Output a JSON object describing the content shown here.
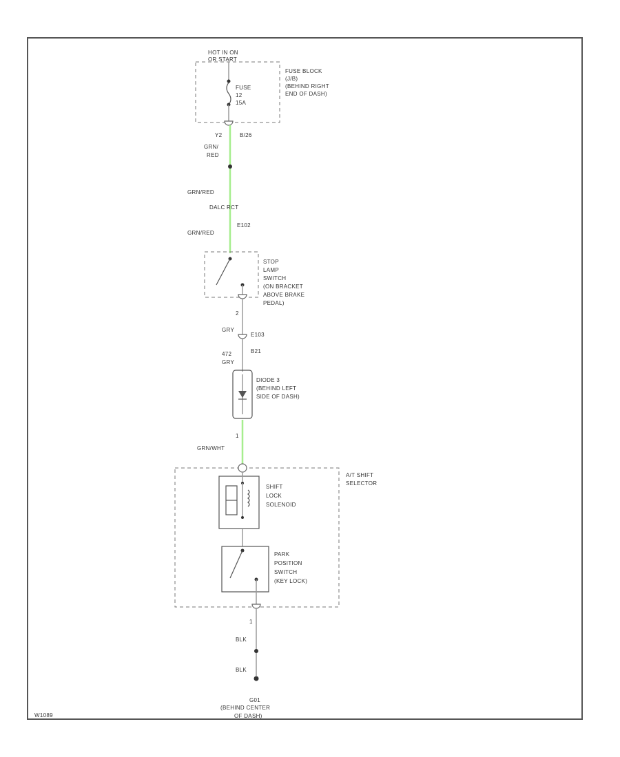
{
  "power": {
    "source_line1": "HOT IN ON",
    "source_line2": "OR START",
    "fuse_label": "FUSE",
    "fuse_number": "12",
    "fuse_rating": "15A",
    "fuse_block": [
      "FUSE BLOCK",
      "(J/B)",
      "(BEHIND RIGHT",
      "END OF DASH)"
    ],
    "term_a": "Y2",
    "term_b": "B/26"
  },
  "wires": {
    "w1": [
      "GRN/",
      "RED"
    ],
    "w2": "GRN/RED",
    "splice": "DALC RCT",
    "conn1": "E102",
    "w3": "GRN/RED",
    "w4_pin": "2",
    "w4": "GRY",
    "conn2": "E103",
    "w5_pin": "472",
    "w5": "GRY",
    "conn3": "B21",
    "w6_pin": "1",
    "w6": "GRN/WHT",
    "w7_pin": "1",
    "w8": "BLK",
    "w9": "BLK"
  },
  "components": {
    "stop_lamp_switch": [
      "STOP",
      "LAMP",
      "SWITCH",
      "(ON BRACKET",
      "ABOVE BRAKE",
      "PEDAL)"
    ],
    "diode": [
      "DIODE 3",
      "(BEHIND LEFT",
      "SIDE OF DASH)"
    ],
    "shift_selector": [
      "A/T SHIFT",
      "SELECTOR"
    ],
    "shift_lock_solenoid": [
      "SHIFT",
      "LOCK",
      "SOLENOID"
    ],
    "park_position_switch": [
      "PARK",
      "POSITION",
      "SWITCH",
      "(KEY LOCK)"
    ]
  },
  "ground": {
    "label": "G01",
    "location": [
      "(BEHIND CENTER",
      "OF DASH)"
    ]
  },
  "footer_code": "W1089"
}
